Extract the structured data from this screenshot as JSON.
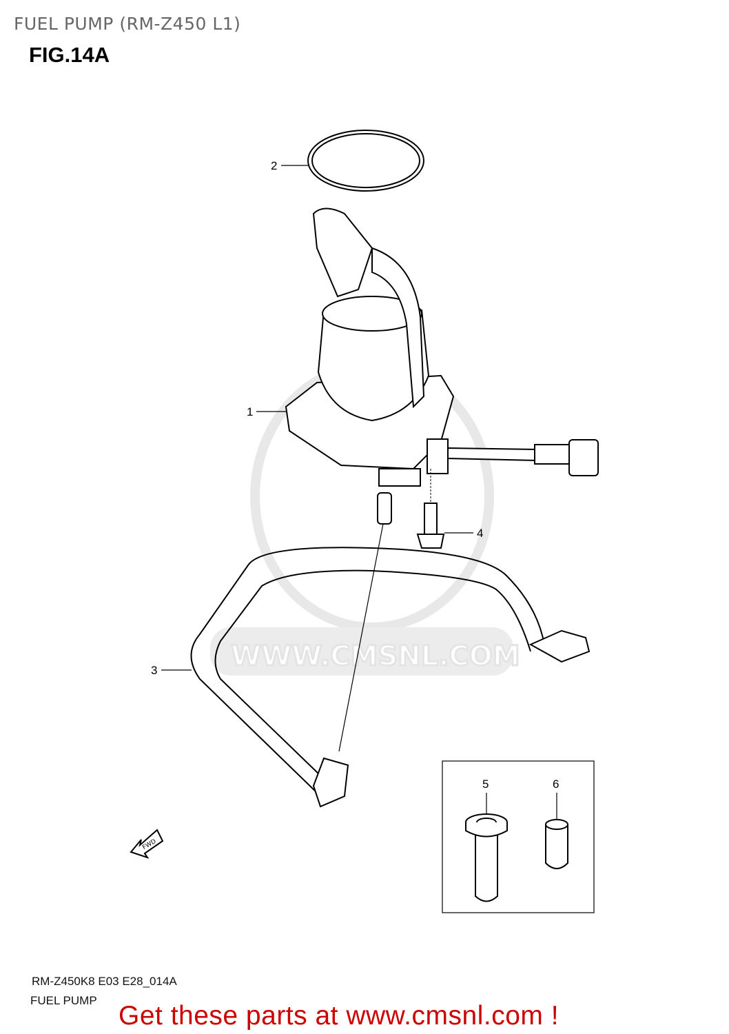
{
  "header": {
    "title": "FUEL PUMP (RM-Z450 L1)",
    "figure": "FIG.14A"
  },
  "diagram": {
    "parts": [
      {
        "number": "1"
      },
      {
        "number": "2"
      },
      {
        "number": "3"
      },
      {
        "number": "4"
      },
      {
        "number": "5"
      },
      {
        "number": "6"
      }
    ],
    "direction_arrow": "FWD",
    "watermark": "WWW.CMSNL.COM"
  },
  "footer": {
    "code": "RM-Z450K8 E03 E28_014A",
    "name": "FUEL PUMP",
    "promo": "Get these parts at www.cmsnl.com !",
    "promo_color": "#cc0000"
  }
}
